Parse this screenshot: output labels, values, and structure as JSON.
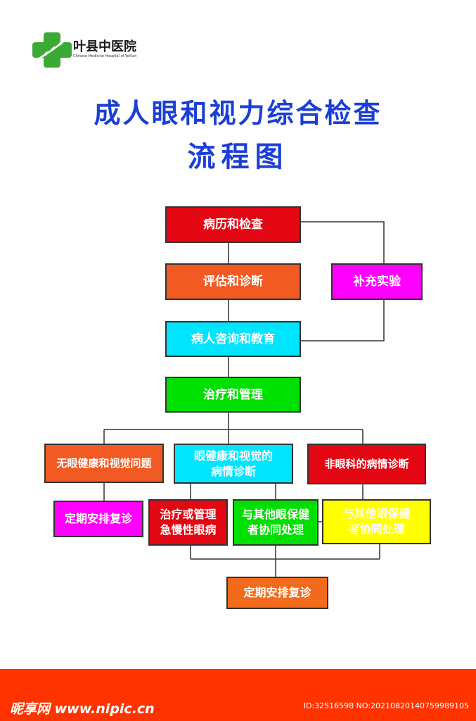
{
  "logo": {
    "name": "叶县中医院",
    "english": "Chinese Medicine Hospital of YeXian"
  },
  "title": {
    "line1": "成人眼和视力综合检查",
    "line2": "流程图"
  },
  "boxes": {
    "history_exam": "病历和检查",
    "assess_diagnose": "评估和诊断",
    "supplement_test": "补充实验",
    "patient_counsel": "病人咨询和教育",
    "treat_manage": "治疗和管理",
    "no_problem": "无眼健康和视觉问题",
    "eye_diagnosis": "眼健康和视觉的\n病情诊断",
    "non_eye_diagnosis": "非眼科的病情诊断",
    "followup_left": "定期安排复诊",
    "chronic_eye": "治疗或管理\n急慢性眼病",
    "coop_middle": "与其他眼保健\n者协同处理",
    "coop_right": "与其他眼保健\n者协同处理",
    "followup_bottom": "定期安排复诊"
  },
  "colors": {
    "title": "#1b3fd4",
    "red": "#e30613",
    "orange": "#f15a22",
    "cyan": "#00e5ff",
    "green": "#00e000",
    "magenta": "#ff00ff",
    "yellow": "#ffff00",
    "footer": "#ff3300"
  },
  "footer": {
    "watermark_left": "昵享网 www.nipic.cn",
    "watermark_right": "ID:32516598 NO:20210820140759989105"
  }
}
